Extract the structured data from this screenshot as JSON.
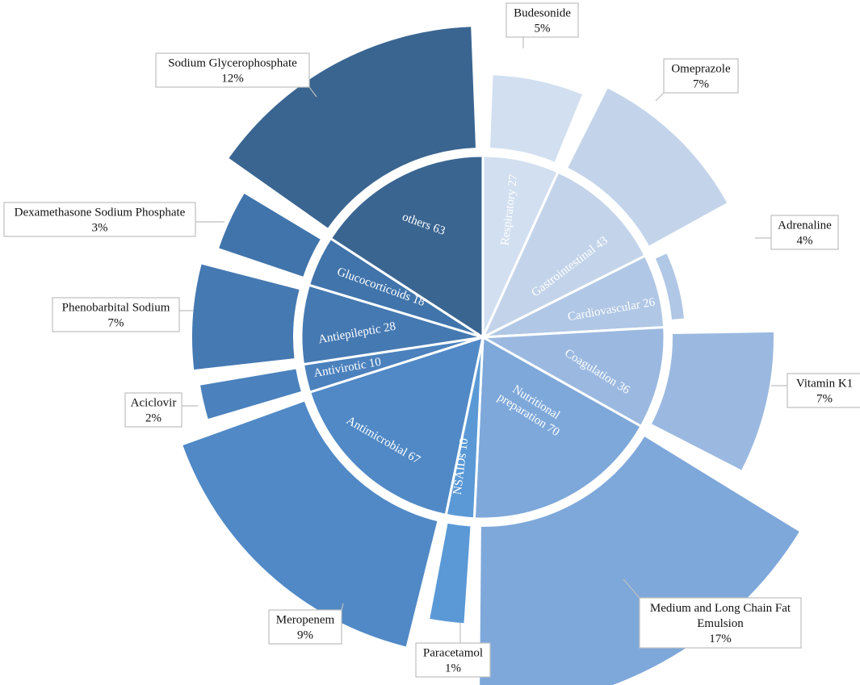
{
  "chart_data": {
    "type": "sunburst",
    "center_angle_unit": "degrees clockwise from 12 o'clock",
    "categories": [
      {
        "name": "Respiratory",
        "value": 27,
        "label": "Respiratory 27",
        "color": "#d2dff0",
        "children": [
          {
            "name": "Budesonide",
            "pct_label": "5%",
            "pct": 5
          }
        ]
      },
      {
        "name": "Gastrointestinal",
        "value": 43,
        "label": "Gastrointestinal 43",
        "color": "#c3d4ea",
        "children": [
          {
            "name": "Omeprazole",
            "pct_label": "7%",
            "pct": 7
          }
        ]
      },
      {
        "name": "Cardiovascular",
        "value": 26,
        "label": "Cardiovascular 26",
        "color": "#b0c7e5",
        "children": [
          {
            "name": "Adrenaline",
            "pct_label": "4%",
            "pct": 4
          }
        ]
      },
      {
        "name": "Coagulation",
        "value": 36,
        "label": "Coagulation 36",
        "color": "#9bb9e0",
        "children": [
          {
            "name": "Vitamin K1",
            "pct_label": "7%",
            "pct": 7
          }
        ]
      },
      {
        "name": "Nutritional preparation",
        "value": 70,
        "label": [
          "Nutritional",
          "preparation 70"
        ],
        "color": "#7ea8da",
        "children": [
          {
            "name": "Medium and Long Chain Fat Emulsion",
            "pct_label": "17%",
            "pct": 17
          }
        ]
      },
      {
        "name": "NSAIDs",
        "value": 10,
        "label": "NSAIDs 10",
        "color": "#5a99d6",
        "children": [
          {
            "name": "Paracetamol",
            "pct_label": "1%",
            "pct": 1
          }
        ]
      },
      {
        "name": "Antimicrobial",
        "value": 67,
        "label": "Antimicrobial 67",
        "color": "#5089c6",
        "children": [
          {
            "name": "Meropenem",
            "pct_label": "9%",
            "pct": 9
          }
        ]
      },
      {
        "name": "Antivirotic",
        "value": 10,
        "label": "Antivirotic 10",
        "color": "#4b81bd",
        "children": [
          {
            "name": "Aciclovir",
            "pct_label": "2%",
            "pct": 2
          }
        ]
      },
      {
        "name": "Antiepileptic",
        "value": 28,
        "label": "Antiepileptic 28",
        "color": "#4579b2",
        "children": [
          {
            "name": "Phenobarbital Sodium",
            "pct_label": "7%",
            "pct": 7
          }
        ]
      },
      {
        "name": "Glucocorticoids",
        "value": 18,
        "label": "Glucocorticoids 18",
        "color": "#4074ab",
        "children": [
          {
            "name": "Dexamethasone Sodium Phosphate",
            "pct_label": "3%",
            "pct": 3
          }
        ]
      },
      {
        "name": "others",
        "value": 63,
        "label": "others 63",
        "color": "#3a6591",
        "children": [
          {
            "name": "Sodium Glycerophosphate",
            "pct_label": "12%",
            "pct": 12
          }
        ]
      }
    ],
    "callouts": [
      {
        "category": "Respiratory",
        "lines": [
          "Budesonide",
          "5%"
        ]
      },
      {
        "category": "Gastrointestinal",
        "lines": [
          "Omeprazole",
          "7%"
        ]
      },
      {
        "category": "Cardiovascular",
        "lines": [
          "Adrenaline",
          "4%"
        ]
      },
      {
        "category": "Coagulation",
        "lines": [
          "Vitamin K1",
          "7%"
        ]
      },
      {
        "category": "Nutritional preparation",
        "lines": [
          "Medium and Long Chain Fat",
          "Emulsion",
          "17%"
        ]
      },
      {
        "category": "NSAIDs",
        "lines": [
          "Paracetamol",
          "1%"
        ]
      },
      {
        "category": "Antimicrobial",
        "lines": [
          "Meropenem",
          "9%"
        ]
      },
      {
        "category": "Antivirotic",
        "lines": [
          "Aciclovir",
          "2%"
        ]
      },
      {
        "category": "Antiepileptic",
        "lines": [
          "Phenobarbital Sodium",
          "7%"
        ]
      },
      {
        "category": "Glucocorticoids",
        "lines": [
          "Dexamethasone Sodium Phosphate",
          "3%"
        ]
      },
      {
        "category": "others",
        "lines": [
          "Sodium Glycerophosphate",
          "12%"
        ]
      }
    ]
  }
}
